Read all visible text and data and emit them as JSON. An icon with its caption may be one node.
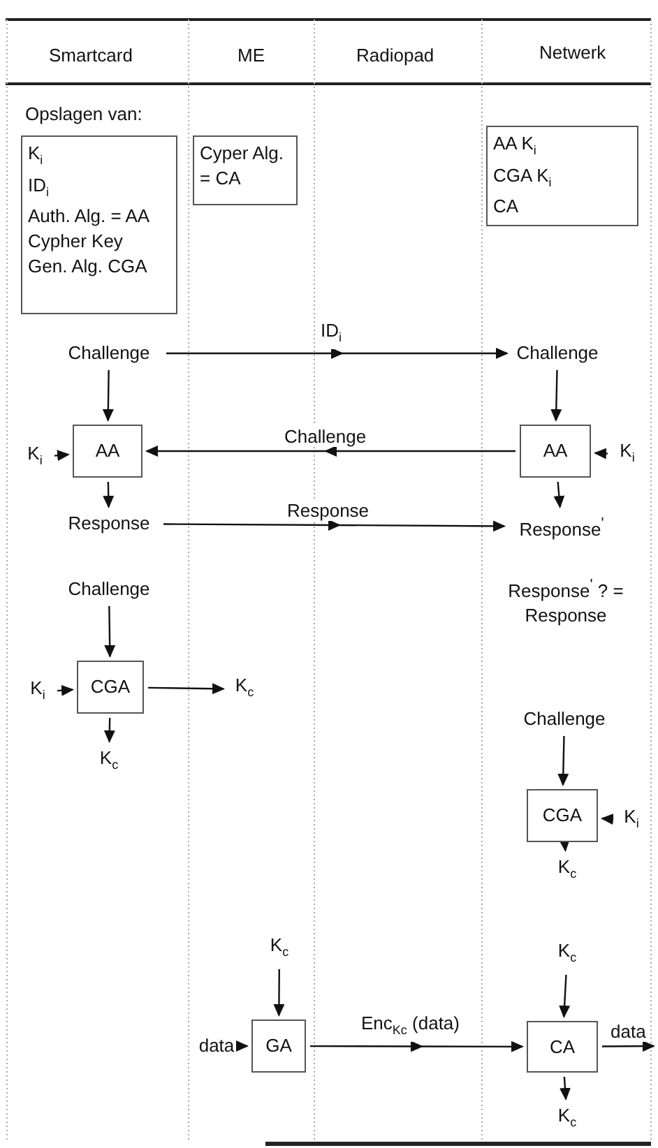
{
  "diagram": {
    "nodes": [
      {
        "text": [
          "K$_{i}$",
          "ID$_{i}$",
          "Auth. Alg. = AA",
          "Cypher Key",
          "Gen. Alg. CGA"
        ]
      },
      {
        "text": [
          "Cyper Alg. = CA"
        ]
      },
      {
        "text": [
          "AA K$_{i}$",
          "CGA K$_{i}$",
          "CA"
        ]
      },
      {
        "text": [
          "Challenge"
        ]
      },
      {
        "text": [
          "Challenge"
        ]
      },
      {
        "text": [
          "K$_{i}$"
        ]
      },
      {
        "text": [
          "AA"
        ]
      },
      {
        "text": [
          "AA"
        ]
      },
      {
        "text": [
          "K$_{i}$"
        ]
      },
      {
        "text": [
          "Response"
        ]
      },
      {
        "text": [
          "Response$^{'}$"
        ]
      },
      {
        "text": [
          "Challenge"
        ]
      },
      {
        "text": [
          "Response$^{'}$ ? = Response"
        ]
      },
      {
        "text": [
          "K$_{i}$"
        ]
      },
      {
        "text": [
          "CGA"
        ]
      },
      {
        "text": [
          "K$_{c}$"
        ]
      },
      {
        "text": [
          "K$_{c}$"
        ]
      },
      {
        "text": [
          "Challenge"
        ]
      },
      {
        "text": [
          "CGA"
        ]
      },
      {
        "text": [
          "K$_{i}$"
        ]
      },
      {
        "text": [
          "K$_{c}$"
        ]
      },
      {
        "text": [
          "K$_{c}$"
        ]
      },
      {
        "text": [
          "K$_{c}$"
        ]
      },
      {
        "text": [
          "data"
        ]
      },
      {
        "text": [
          "GA"
        ]
      },
      {
        "text": [
          "CA"
        ]
      },
      {
        "text": [
          "K$_{c}$"
        ]
      }
    ],
    "edges": [
      {
        "from": 3,
        "to": 4,
        "arrow": "to",
        "label": "ID$_{i}$"
      },
      {
        "from": 4,
        "to": 7,
        "arrow": "to"
      },
      {
        "from": 7,
        "to": 6,
        "arrow": "to",
        "label": "Challenge"
      },
      {
        "from": 3,
        "to": 6,
        "arrow": "to"
      },
      {
        "from": 5,
        "to": 6,
        "arrow": "to"
      },
      {
        "from": 8,
        "to": 7,
        "arrow": "to"
      },
      {
        "from": 6,
        "to": 9,
        "arrow": "to"
      },
      {
        "from": 7,
        "to": 10,
        "arrow": "to"
      },
      {
        "from": 9,
        "to": 10,
        "arrow": "to",
        "label": "Response"
      },
      {
        "from": 11,
        "to": 14,
        "arrow": "to"
      },
      {
        "from": 13,
        "to": 14,
        "arrow": "to"
      },
      {
        "from": 14,
        "to": 15,
        "arrow": "to"
      },
      {
        "from": 14,
        "to": 16,
        "arrow": "to"
      },
      {
        "from": 17,
        "to": 18,
        "arrow": "to"
      },
      {
        "from": 19,
        "to": 18,
        "arrow": "to"
      },
      {
        "from": 18,
        "to": 20,
        "arrow": "to"
      },
      {
        "from": 21,
        "to": 24,
        "arrow": "to"
      },
      {
        "from": 23,
        "to": 24,
        "arrow": "to"
      },
      {
        "from": 24,
        "to": 25,
        "arrow": "to",
        "label": "Enc$_{Kc}$ (data)"
      },
      {
        "from": 22,
        "to": 25,
        "arrow": "to"
      },
      {
        "from": 25,
        "to": null,
        "arrow": "to",
        "label": "data"
      },
      {
        "from": 25,
        "to": 26,
        "arrow": "to"
      }
    ],
    "labels": [
      "Smartcard",
      "ME",
      "Radiopad",
      "Netwerk",
      "Opslagen van:"
    ]
  }
}
